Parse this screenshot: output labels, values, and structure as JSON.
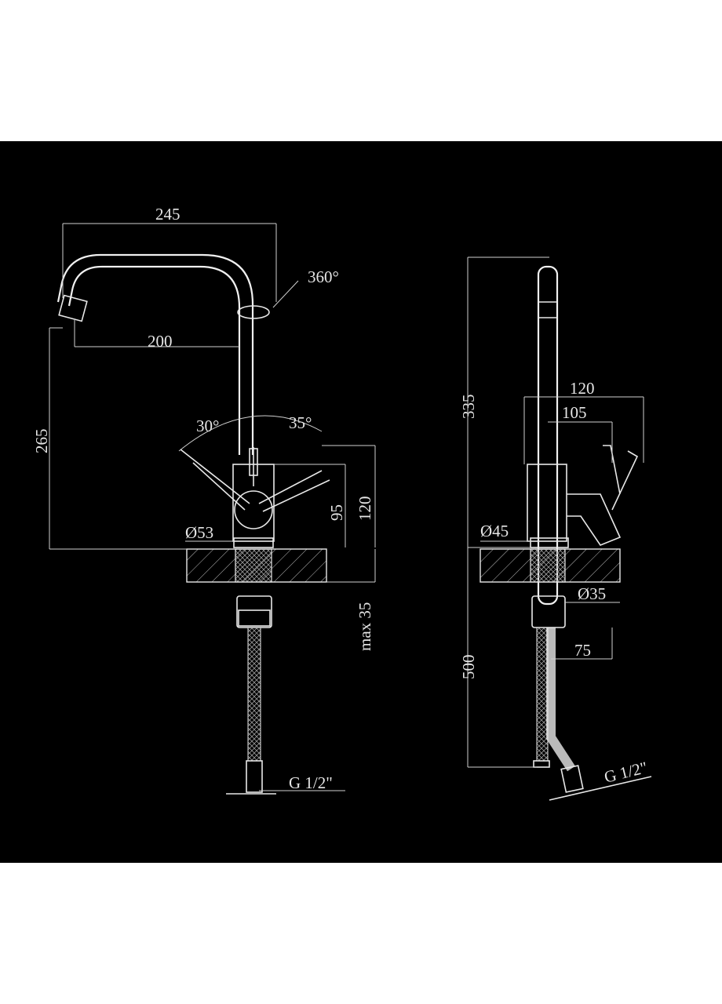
{
  "colors": {
    "background": "#000000",
    "lines": "#e8e8e8",
    "page": "#ffffff"
  },
  "front_view": {
    "width_245": "245",
    "spout_reach_200": "200",
    "rotation_360": "360°",
    "height_265": "265",
    "angle_left_30": "30°",
    "angle_right_35": "35°",
    "handle_95": "95",
    "body_120": "120",
    "base_dia": "Ø53",
    "deck_max": "max 35",
    "thread": "G 1/2\""
  },
  "side_view": {
    "height_335": "335",
    "depth_120": "120",
    "depth_105": "105",
    "base_dia": "Ø45",
    "shank_dia": "Ø35",
    "hose_500": "500",
    "hose_75": "75",
    "thread": "G 1/2\""
  }
}
